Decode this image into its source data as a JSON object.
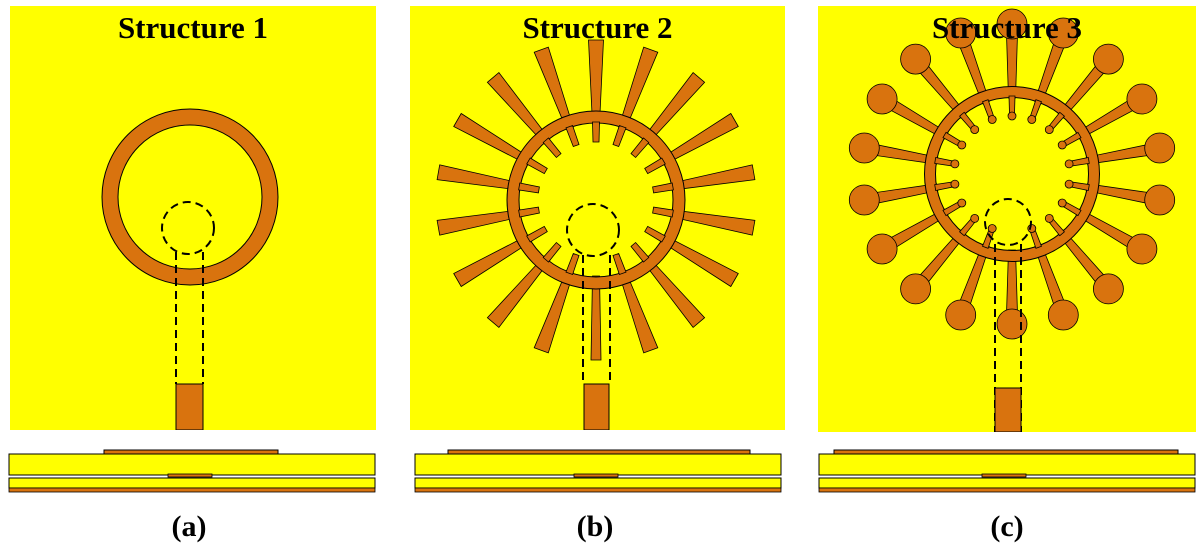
{
  "colors": {
    "substrate": "#FFFF00",
    "copper": "#D9730E",
    "outline": "#000000",
    "background": "#FFFFFF"
  },
  "panels": [
    {
      "title": "Structure 1",
      "caption": "(a)",
      "patch": "ring"
    },
    {
      "title": "Structure 2",
      "caption": "(b)",
      "patch": "ring-with-tapered-spokes"
    },
    {
      "title": "Structure 3",
      "caption": "(c)",
      "patch": "ring-with-disc-ended-spokes"
    }
  ]
}
